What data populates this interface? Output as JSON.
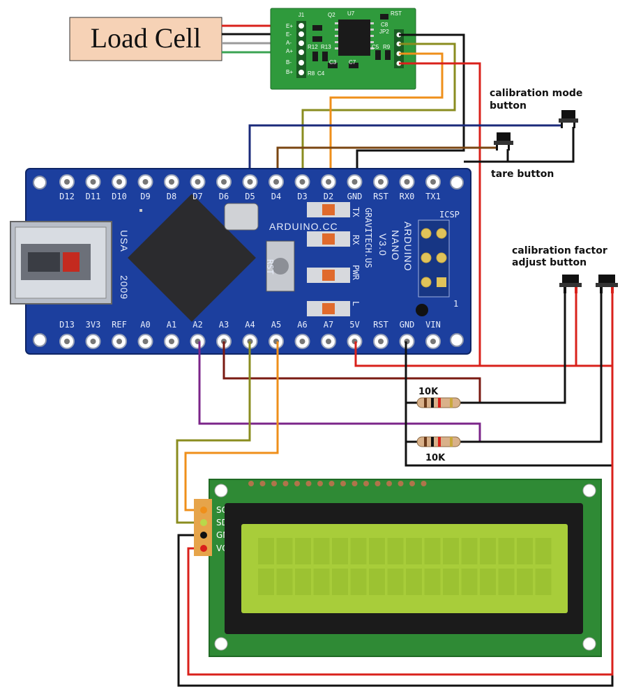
{
  "load_cell": {
    "label": "Load Cell"
  },
  "hx711": {
    "component_labels": [
      "J1",
      "Q2",
      "U7",
      "RST",
      "JP2",
      "C8",
      "R12",
      "R13",
      "C5",
      "R9",
      "R8",
      "C4",
      "C3",
      "C7",
      "E+",
      "E-",
      "A-",
      "A+",
      "B-",
      "B+"
    ]
  },
  "arduino": {
    "top_pins": [
      "D12",
      "D11",
      "D10",
      "D9",
      "D8",
      "D7",
      "D6",
      "D5",
      "D4",
      "D3",
      "D2",
      "GND",
      "RST",
      "RX0",
      "TX1"
    ],
    "bottom_pins": [
      "D13",
      "3V3",
      "REF",
      "A0",
      "A1",
      "A2",
      "A3",
      "A4",
      "A5",
      "A6",
      "A7",
      "5V",
      "RST",
      "GND",
      "VIN"
    ],
    "silk_arduino_cc": "ARDUINO.CC",
    "silk_model": "ARDUINO",
    "silk_nano": "NANO",
    "silk_version": "V3.0",
    "silk_maker": "GRAVITECH.US",
    "silk_usa": "USA",
    "silk_year": "2009",
    "silk_icsp": "ICSP",
    "silk_rst": "RST",
    "led_labels": [
      "TX",
      "RX",
      "PWR",
      "L"
    ],
    "icsp_one": "1"
  },
  "buttons": {
    "calibration_mode": "calibration mode\nbutton",
    "tare": "tare button",
    "calibration_factor": "calibration factor\nadjust button"
  },
  "resistors": {
    "r1": "10K",
    "r2": "10K"
  },
  "lcd": {
    "pins": [
      "SCL",
      "SDA",
      "GND",
      "VCC"
    ]
  },
  "colors": {
    "red": "#d9211b",
    "black": "#111111",
    "orange": "#ef8f1a",
    "olive": "#8a8c1f",
    "navy": "#1a2a7a",
    "brown": "#7a4511",
    "purple": "#7b2589",
    "darkred": "#7a1a12",
    "green_wire": "#3aa352",
    "board_blue": "#1c3f9e",
    "pcb_green": "#2f8a35",
    "lcd_screen": "#a8cd3a"
  }
}
